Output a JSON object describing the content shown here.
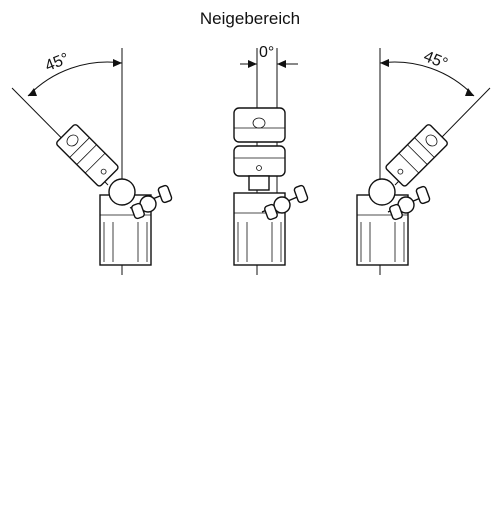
{
  "title": "Neigebereich",
  "views": [
    {
      "name": "left",
      "angle_label": "45°",
      "tilt_deg": -45
    },
    {
      "name": "center",
      "angle_label": "0°",
      "tilt_deg": 0
    },
    {
      "name": "right",
      "angle_label": "45°",
      "tilt_deg": 45
    }
  ],
  "line_color": "#111111",
  "background": "#ffffff"
}
